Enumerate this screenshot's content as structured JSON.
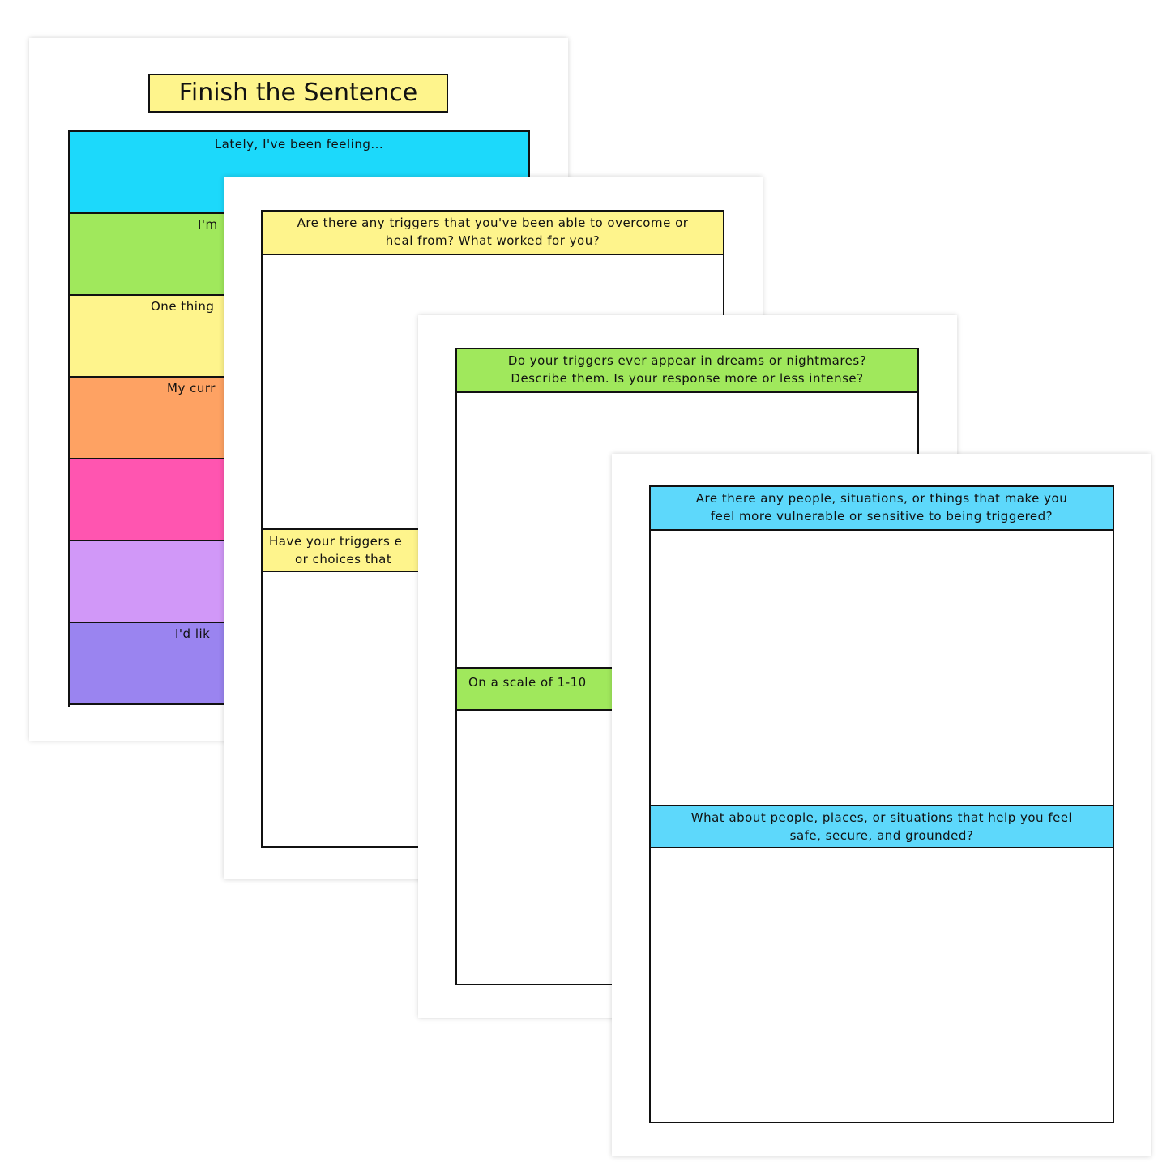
{
  "page1": {
    "title": "Finish the Sentence",
    "strips": [
      {
        "text": "Lately, I've been feeling...",
        "color": "#1cd9fb"
      },
      {
        "text": "I'm",
        "color": "#a0e85c"
      },
      {
        "text": "One thing",
        "color": "#fef48c"
      },
      {
        "text": "My curr",
        "color": "#fea263"
      },
      {
        "text": "",
        "color": "#ff55b0"
      },
      {
        "text": "",
        "color": "#d198f8"
      },
      {
        "text": "I'd lik",
        "color": "#9a84f0"
      }
    ]
  },
  "page2": {
    "color": "#fef48c",
    "q1": [
      "Are there any triggers that you've been able to overcome or",
      "heal from? What worked for you?"
    ],
    "q2": [
      "Have your triggers e",
      "or choices that"
    ]
  },
  "page3": {
    "color": "#a0e85c",
    "q1": [
      "Do your triggers ever appear in dreams or nightmares?",
      "Describe them. Is your response more or less intense?"
    ],
    "q2": [
      "On a scale of 1-10"
    ]
  },
  "page4": {
    "color": "#5dd8fb",
    "q1": [
      "Are there any people, situations, or things that make you",
      "feel more vulnerable or sensitive to being triggered?"
    ],
    "q2": [
      "What about people, places, or situations that help you feel",
      "safe, secure, and grounded?"
    ]
  }
}
